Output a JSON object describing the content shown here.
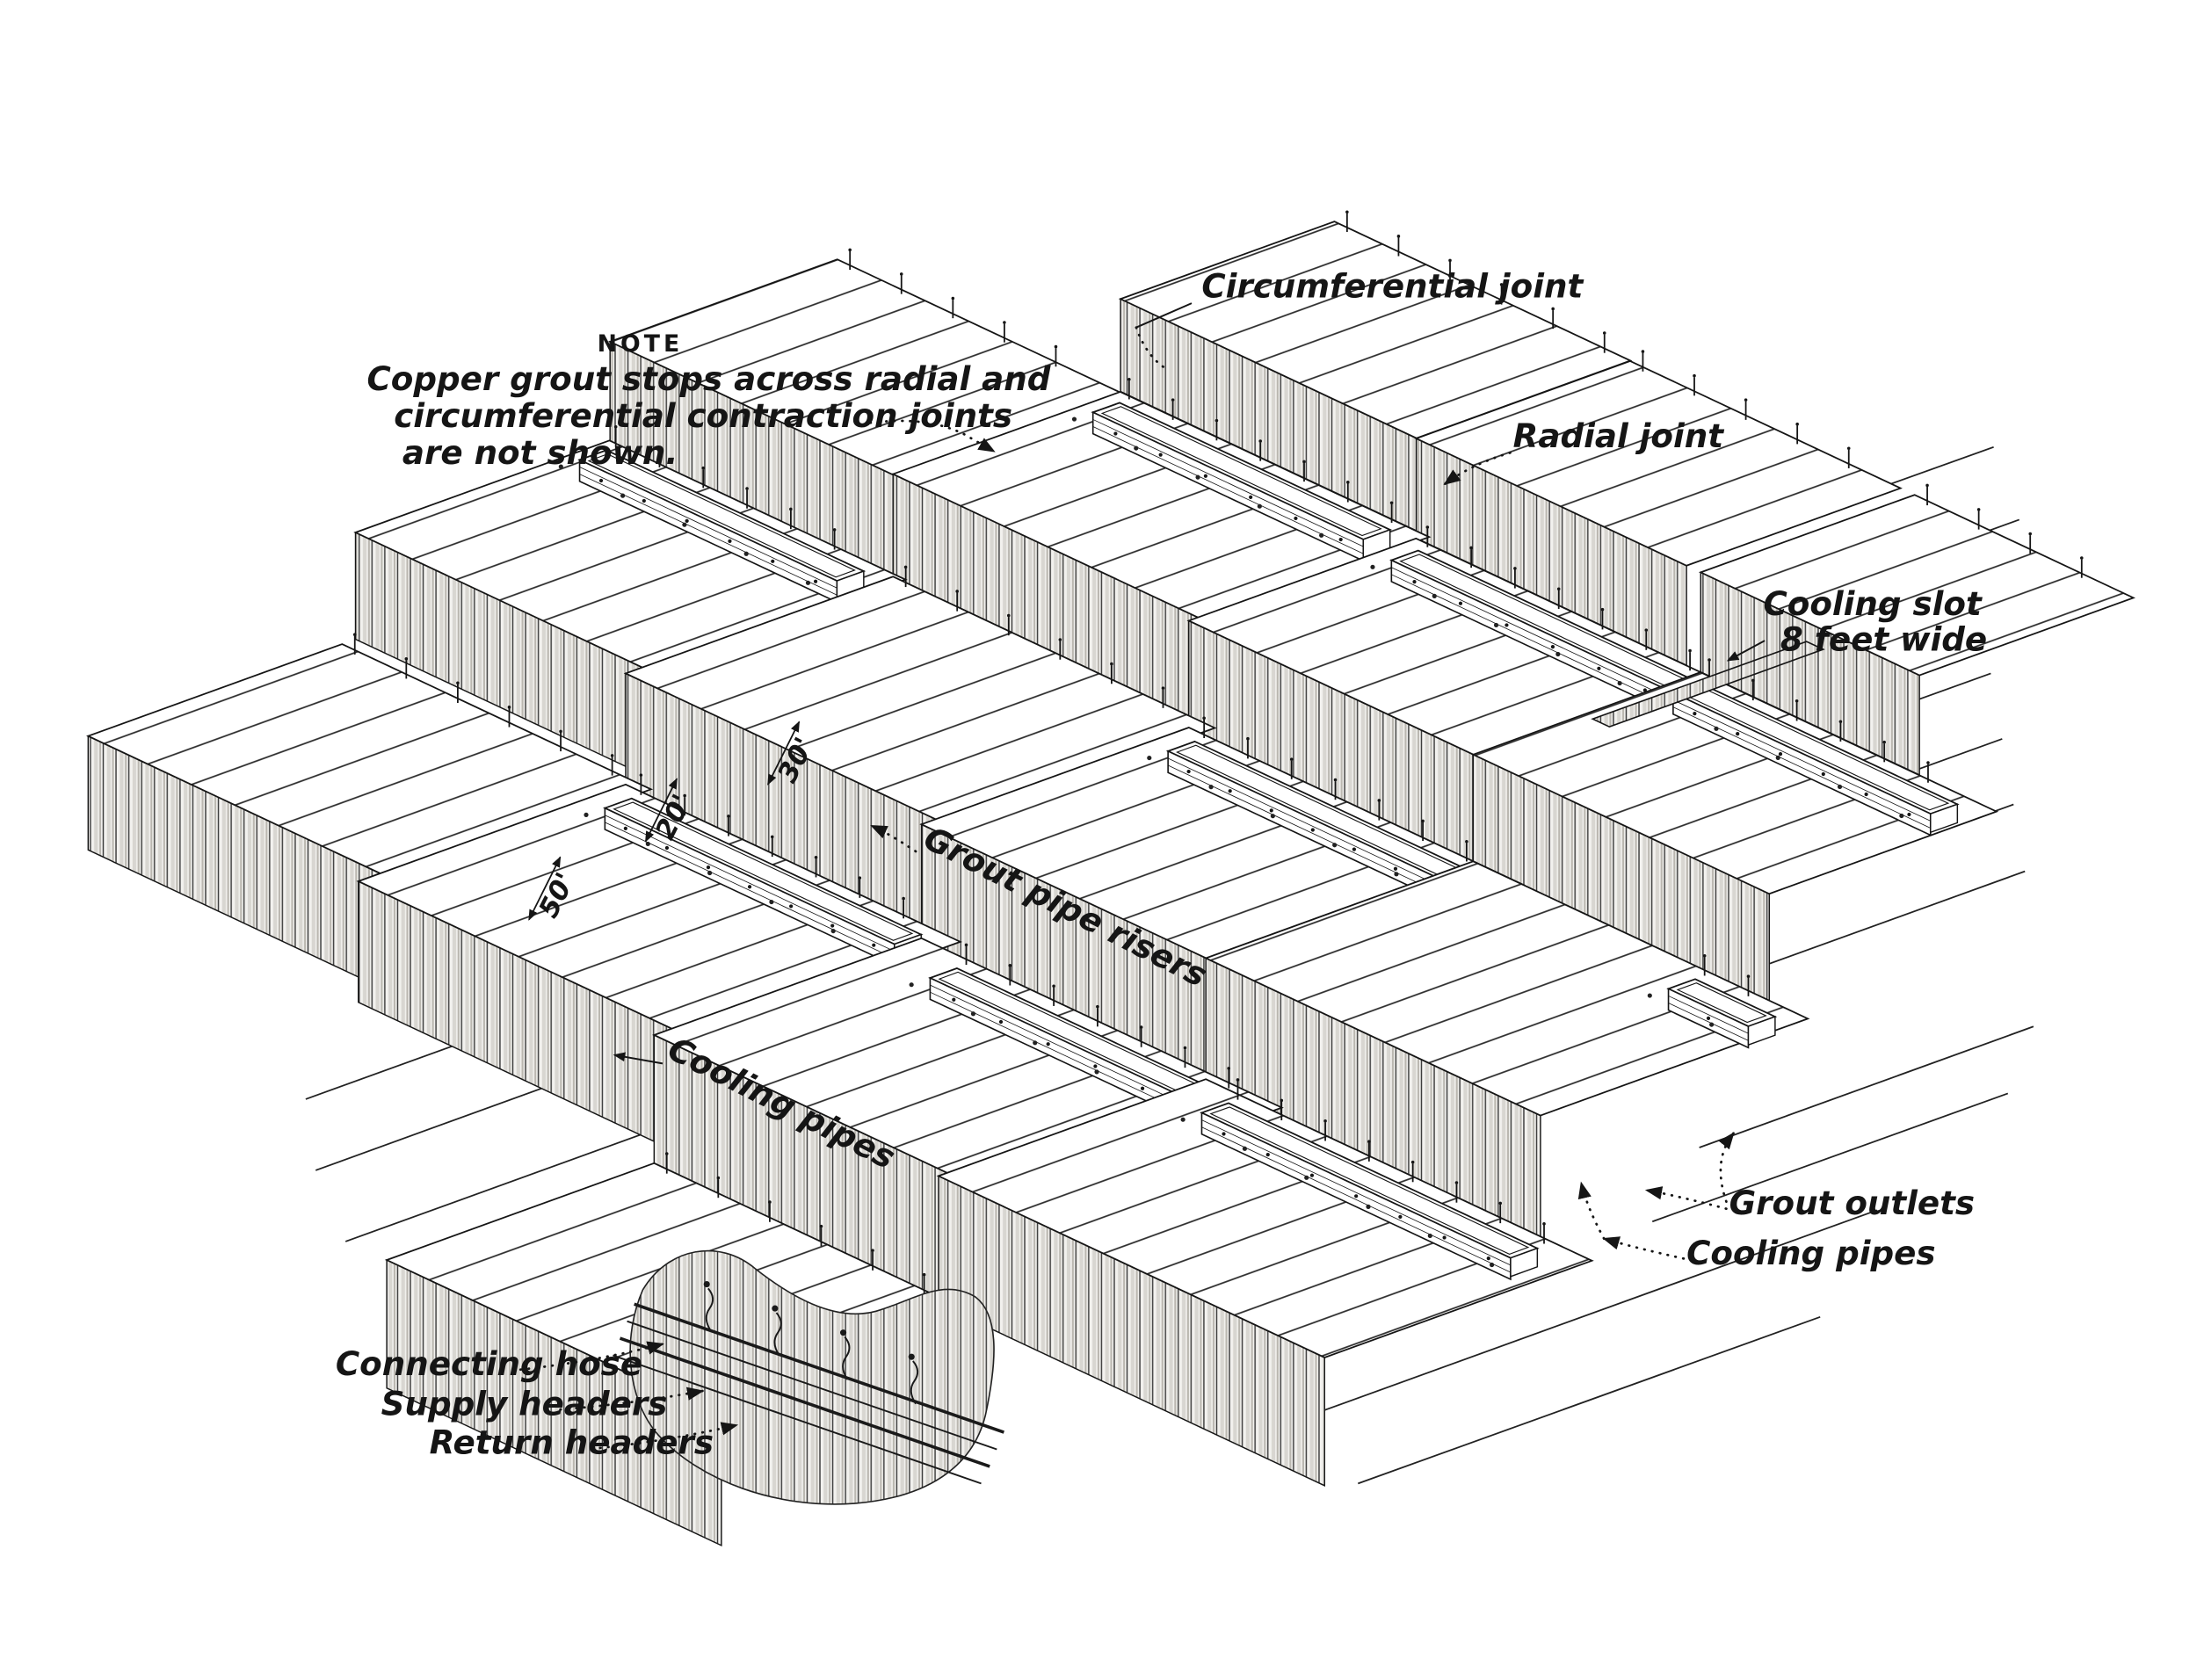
{
  "figure": {
    "note": {
      "title": "NOTE",
      "line1": "Copper grout stops across radial and",
      "line2": "circumferential contraction joints",
      "line3": "are not shown."
    },
    "labels": {
      "circumferential_joint": "Circumferential joint",
      "radial_joint": "Radial joint",
      "cooling_slot_line1": "Cooling slot",
      "cooling_slot_line2": "8 feet wide",
      "grout_pipe_risers": "Grout pipe risers",
      "cooling_pipes_left": "Cooling pipes",
      "grout_outlets": "Grout outlets",
      "cooling_pipes_right": "Cooling pipes",
      "connecting_hose": "Connecting hose",
      "supply_headers": "Supply headers",
      "return_headers": "Return headers",
      "dim_1": "50'",
      "dim_2": "20'",
      "dim_3": "30'"
    },
    "colors": {
      "ink": "#151515",
      "paper": "#ffffff"
    }
  }
}
